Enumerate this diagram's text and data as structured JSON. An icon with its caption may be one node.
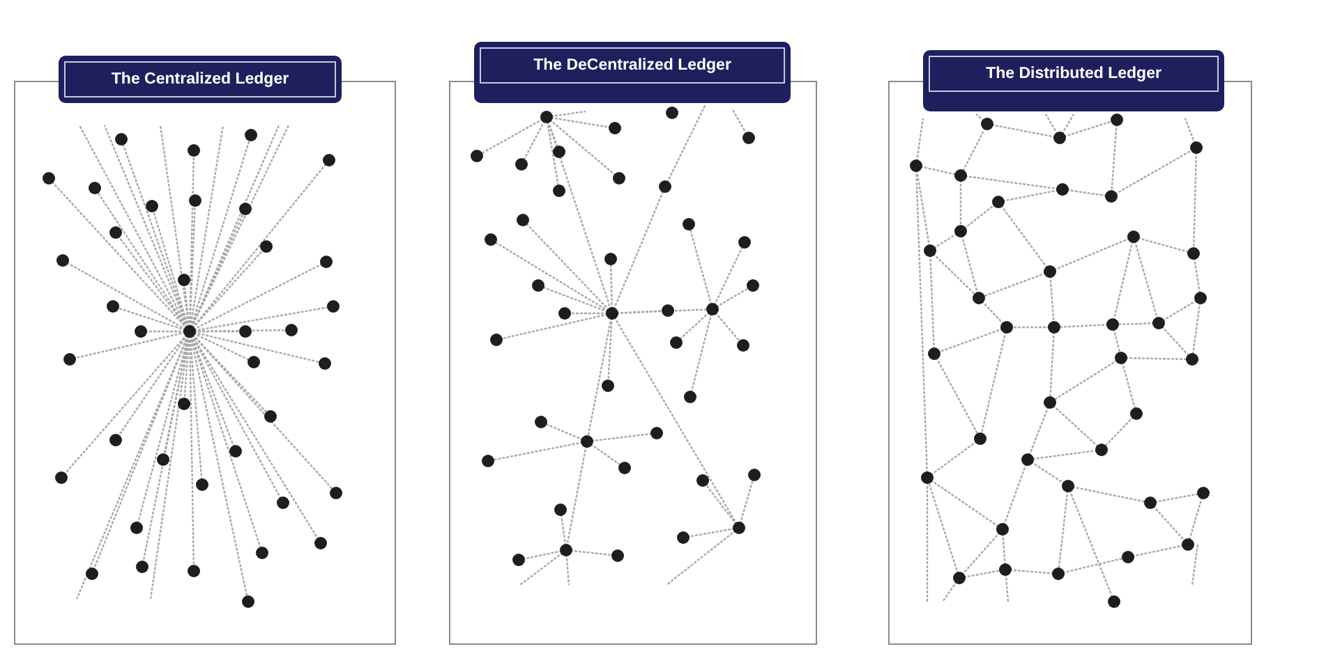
{
  "diagram": {
    "nodes": [
      {
        "text": [
          "The Centralized Ledger"
        ]
      },
      {
        "text": [
          "The DeCentralized Ledger"
        ]
      },
      {
        "text": [
          "The Distributed Ledger"
        ]
      }
    ]
  }
}
